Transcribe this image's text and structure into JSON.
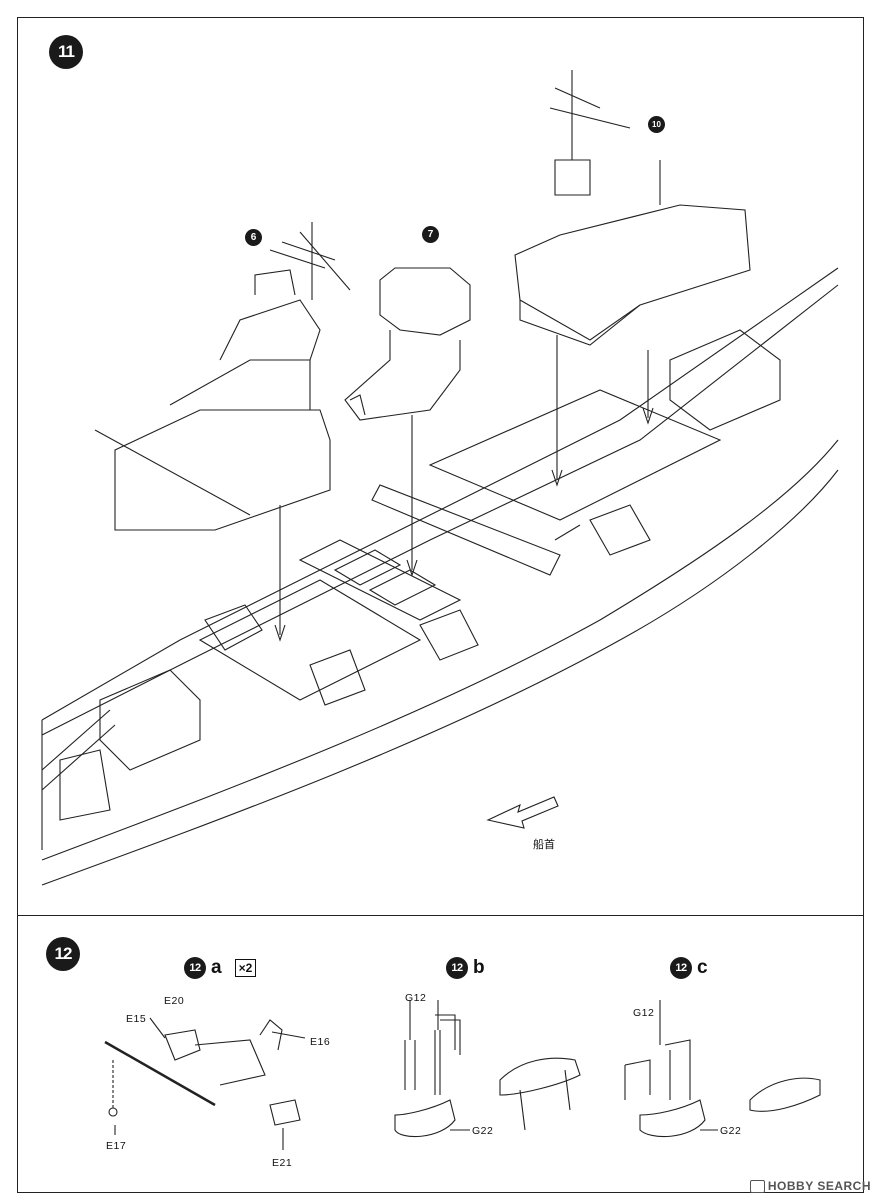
{
  "step11": {
    "number": "11",
    "sub_refs": {
      "ref6": "6",
      "ref7": "7",
      "ref10": "10"
    },
    "bow_label": "船首"
  },
  "step12": {
    "number": "12",
    "a": {
      "circle": "12",
      "letter": "a",
      "multiplier": "×2",
      "parts": {
        "e20": "E20",
        "e15": "E15",
        "e16": "E16",
        "e17": "E17",
        "e21": "E21"
      }
    },
    "b": {
      "circle": "12",
      "letter": "b",
      "parts": {
        "g12": "G12",
        "g22": "G22"
      }
    },
    "c": {
      "circle": "12",
      "letter": "c",
      "parts": {
        "g12": "G12",
        "g22": "G22"
      }
    }
  },
  "watermark": "HOBBY SEARCH"
}
